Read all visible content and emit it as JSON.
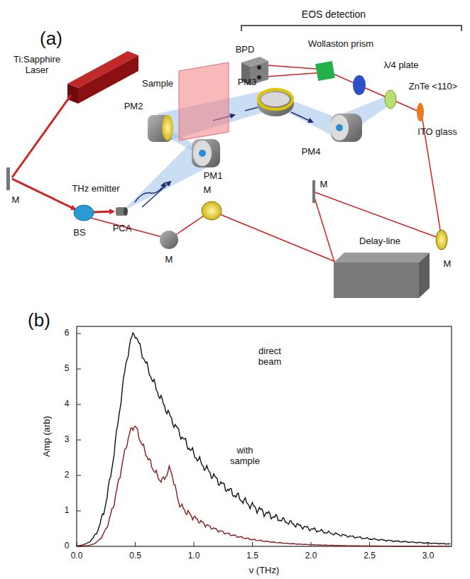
{
  "diagram": {
    "labels": [
      "(a)",
      "EOS detection",
      "Wollaston prism",
      "BPD",
      "λ/4 plate",
      "PM3",
      "ZnTe <110>",
      "Sample",
      "Ti:Sapphire Laser",
      "PM2",
      "ITO glass",
      "PM4",
      "PM1",
      "THz emitter",
      "M",
      "M",
      "M",
      "BS",
      "PCA",
      "M",
      "M",
      "Delay-line",
      "(b)",
      "Amp (arb)",
      "0",
      "1",
      "2",
      "3",
      "4",
      "5",
      "6",
      "0.0",
      "0.5",
      "1.0",
      "1.5",
      "2.0",
      "2.5",
      "3.0",
      "ν (THz)",
      "direct beam",
      "with sample"
    ]
  }
}
